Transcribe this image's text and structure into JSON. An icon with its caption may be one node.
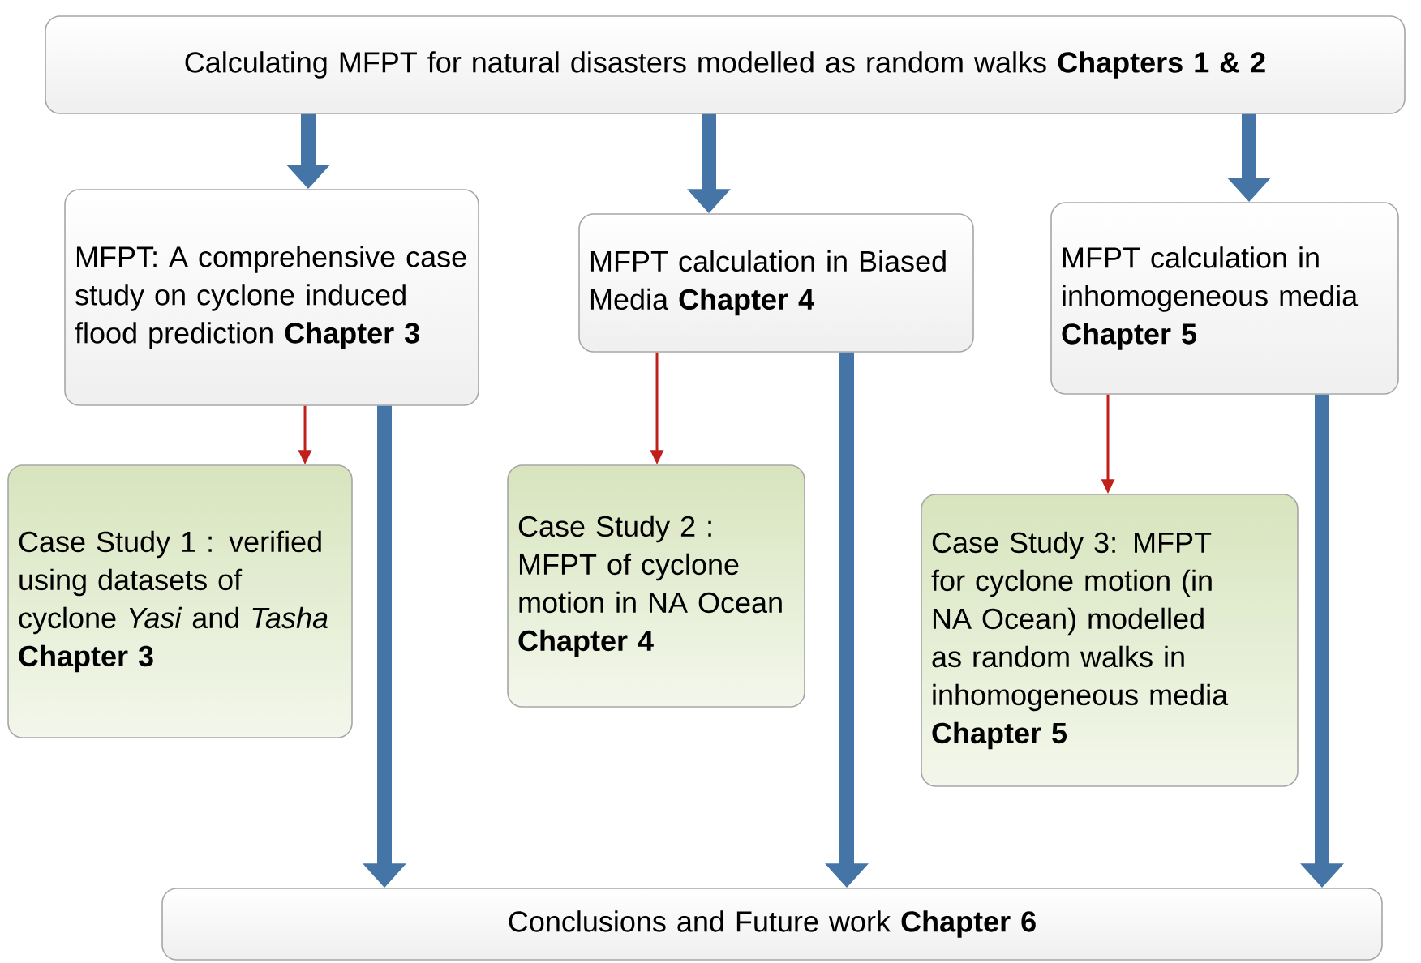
{
  "diagram": {
    "nodes": [
      {
        "text": [
          "Calculating MFPT for natural disasters modelled as random walks  **Chapters 1 & 2**"
        ]
      },
      {
        "text": [
          "MFPT: A comprehensive case study on cyclone induced flood prediction **Chapter 3**"
        ]
      },
      {
        "text": [
          "MFPT calculation in Biased Media **Chapter 4**"
        ]
      },
      {
        "text": [
          "MFPT calculation in inhomogeneous media **Chapter 5**"
        ]
      },
      {
        "text": [
          "Case Study 1 : verified using datasets of cyclone *Yasi* and *Tasha* **Chapter 3**"
        ]
      },
      {
        "text": [
          "Case Study 2 : MFPT of cyclone motion in NA Ocean **Chapter 4**"
        ]
      },
      {
        "text": [
          "Case Study 3: MFPT for cyclone motion (in NA Ocean) modelled as random walks in inhomogeneous media **Chapter 5**"
        ]
      },
      {
        "text": [
          "Conclusions and Future work **Chapter 6**"
        ]
      }
    ],
    "edges": [
      {
        "from": 0,
        "to": 1,
        "arrow": "to"
      },
      {
        "from": 0,
        "to": 2,
        "arrow": "to"
      },
      {
        "from": 0,
        "to": 3,
        "arrow": "to"
      },
      {
        "from": 1,
        "to": 4,
        "arrow": "to",
        "color": "#c0201a"
      },
      {
        "from": 2,
        "to": 5,
        "arrow": "to",
        "color": "#c0201a"
      },
      {
        "from": 3,
        "to": 6,
        "arrow": "to",
        "color": "#c0201a"
      },
      {
        "from": 1,
        "to": 7,
        "arrow": "to"
      },
      {
        "from": 2,
        "to": 7,
        "arrow": "to"
      },
      {
        "from": 3,
        "to": 7,
        "arrow": "to"
      }
    ]
  }
}
